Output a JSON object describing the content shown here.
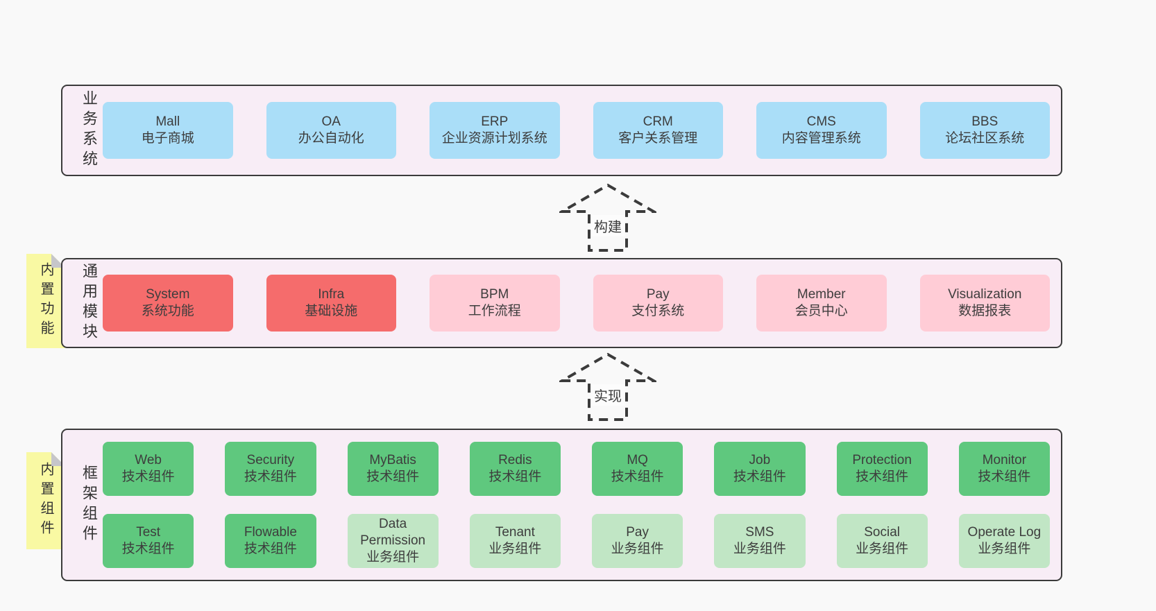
{
  "page": {
    "background": "#f9f9f9"
  },
  "colors": {
    "page_background": "#f9f9f9",
    "container_fill": "#f8edf6",
    "container_border": "#3b3b3b",
    "blue_box": "#aadef8",
    "red_box": "#f56c6c",
    "pink_box": "#ffccd6",
    "green_box": "#5fc87e",
    "light_green_box": "#c1e6c5",
    "sticky_yellow": "#f9f9a3",
    "sticky_fold_gray": "#c6c6ca"
  },
  "arrows": [
    {
      "label": "构建"
    },
    {
      "label": "实现"
    }
  ],
  "layers": [
    {
      "id": "business",
      "title": "业务系统",
      "sticky": null,
      "rows": [
        [
          {
            "name": "Mall",
            "sub": "电子商城",
            "color": "blue"
          },
          {
            "name": "OA",
            "sub": "办公自动化",
            "color": "blue"
          },
          {
            "name": "ERP",
            "sub": "企业资源计划系统",
            "color": "blue"
          },
          {
            "name": "CRM",
            "sub": "客户关系管理",
            "color": "blue"
          },
          {
            "name": "CMS",
            "sub": "内容管理系统",
            "color": "blue"
          },
          {
            "name": "BBS",
            "sub": "论坛社区系统",
            "color": "blue"
          }
        ]
      ]
    },
    {
      "id": "modules",
      "title": "通用模块",
      "sticky": "内置功能",
      "rows": [
        [
          {
            "name": "System",
            "sub": "系统功能",
            "color": "red"
          },
          {
            "name": "Infra",
            "sub": "基础设施",
            "color": "red"
          },
          {
            "name": "BPM",
            "sub": "工作流程",
            "color": "pink"
          },
          {
            "name": "Pay",
            "sub": "支付系统",
            "color": "pink"
          },
          {
            "name": "Member",
            "sub": "会员中心",
            "color": "pink"
          },
          {
            "name": "Visualization",
            "sub": "数据报表",
            "color": "pink"
          }
        ]
      ]
    },
    {
      "id": "components",
      "title": "框架组件",
      "sticky": "内置组件",
      "rows": [
        [
          {
            "name": "Web",
            "sub": "技术组件",
            "color": "green"
          },
          {
            "name": "Security",
            "sub": "技术组件",
            "color": "green"
          },
          {
            "name": "MyBatis",
            "sub": "技术组件",
            "color": "green"
          },
          {
            "name": "Redis",
            "sub": "技术组件",
            "color": "green"
          },
          {
            "name": "MQ",
            "sub": "技术组件",
            "color": "green"
          },
          {
            "name": "Job",
            "sub": "技术组件",
            "color": "green"
          },
          {
            "name": "Protection",
            "sub": "技术组件",
            "color": "green"
          },
          {
            "name": "Monitor",
            "sub": "技术组件",
            "color": "green"
          }
        ],
        [
          {
            "name": "Test",
            "sub": "技术组件",
            "color": "green"
          },
          {
            "name": "Flowable",
            "sub": "技术组件",
            "color": "green"
          },
          {
            "name": "Data Permission",
            "sub": "业务组件",
            "color": "lightgreen"
          },
          {
            "name": "Tenant",
            "sub": "业务组件",
            "color": "lightgreen"
          },
          {
            "name": "Pay",
            "sub": "业务组件",
            "color": "lightgreen"
          },
          {
            "name": "SMS",
            "sub": "业务组件",
            "color": "lightgreen"
          },
          {
            "name": "Social",
            "sub": "业务组件",
            "color": "lightgreen"
          },
          {
            "name": "Operate Log",
            "sub": "业务组件",
            "color": "lightgreen"
          }
        ]
      ]
    }
  ]
}
